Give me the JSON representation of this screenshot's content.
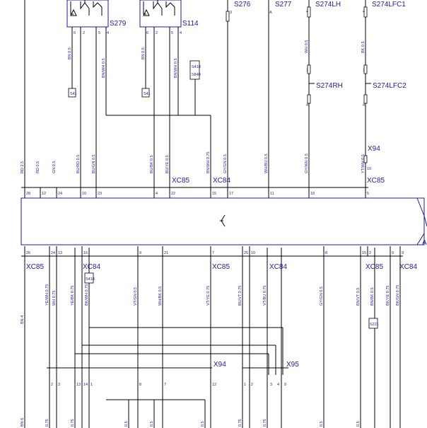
{
  "components": [
    {
      "id": "S279",
      "pins": [
        "6",
        "2",
        "5",
        "4"
      ]
    },
    {
      "id": "S114",
      "pins": [
        "6",
        "2",
        "5",
        "4"
      ]
    }
  ],
  "switches": [
    "S276",
    "S277",
    "S274LH",
    "S274LFC1",
    "S274RH",
    "S274LFC2"
  ],
  "switch_pins": {
    "s276": "3",
    "s277": "A",
    "s274lh_top": "4",
    "s274lfc1_top": "4",
    "s274lh_mid": "1",
    "s274lfc1_mid": "1",
    "s274rh_bot": "4",
    "s274lfc2_bot": "4"
  },
  "wire_colors_upper": [
    "RD 2.5",
    "RD 0.5",
    "GN 0.5",
    "BU/RD 0.5",
    "BU/GN 0.5",
    "BU/BK 0.5",
    "BU/YE 0.5",
    "BN/WH 0.75",
    "GY/GN 0.5",
    "WH/BU 0.5",
    "GY/WH 0.5",
    "YT/WH 0.5"
  ],
  "wire_colors_vertical": [
    "BN 0.5",
    "BN/WH 0.5",
    "BN 0.5",
    "BN/WH 0.5",
    "WH 0.5",
    "BK 0.5"
  ],
  "splices_upper": [
    "S41",
    "S41"
  ],
  "ref_box": [
    "S418",
    "S840"
  ],
  "connectors": {
    "xc85_a": "XC85",
    "xc84_a": "XC84",
    "xc85_b": "XC85",
    "x94_a": "X94",
    "xc85_c": "XC85",
    "xc84_b": "XC84",
    "xc85_d": "XC85",
    "xc84_c": "XC84",
    "xc85_e": "XC85",
    "xc84_d": "XC84",
    "x94_b": "X94",
    "x95": "X95"
  },
  "x94_a_pin": "10",
  "upper_pins": [
    "28",
    "12",
    "24",
    "10",
    "23",
    "4",
    "22",
    "15",
    "17",
    "11",
    "18",
    "5"
  ],
  "module_label": "A",
  "lower_pins": [
    "26",
    "24",
    "13",
    "16",
    "9",
    "21",
    "7",
    "25",
    "10",
    "8",
    "15",
    "2",
    "9",
    "9"
  ],
  "wire_colors_lower": [
    "BN 4",
    "YE/WH 0.75",
    "WH 0.75",
    "YE/BK 0.75",
    "BK/WH 0.75",
    "VT/GN 0.5",
    "WH/BK 0.5",
    "VT/YE 0.75",
    "BU/VT 0.75",
    "VT/BU 0.75",
    "GY/GN 0.5",
    "BN/VT 0.5",
    "BN/BK 0.5",
    "BK/YE 0.75",
    "BK/GN 0.75"
  ],
  "lower_refs": [
    "S418",
    "S221"
  ],
  "x94_b_pins": [
    "2",
    "3",
    "13",
    "14",
    "1",
    "8",
    "7",
    "12"
  ],
  "x95_pins": [
    "1",
    "2",
    "3",
    "4",
    "9"
  ],
  "bottom_colors": [
    "BN 6",
    "0.75",
    "0.75",
    "0.5",
    "0.5",
    "0.5",
    "0.75",
    "0.75",
    "0.5",
    "0.5"
  ]
}
